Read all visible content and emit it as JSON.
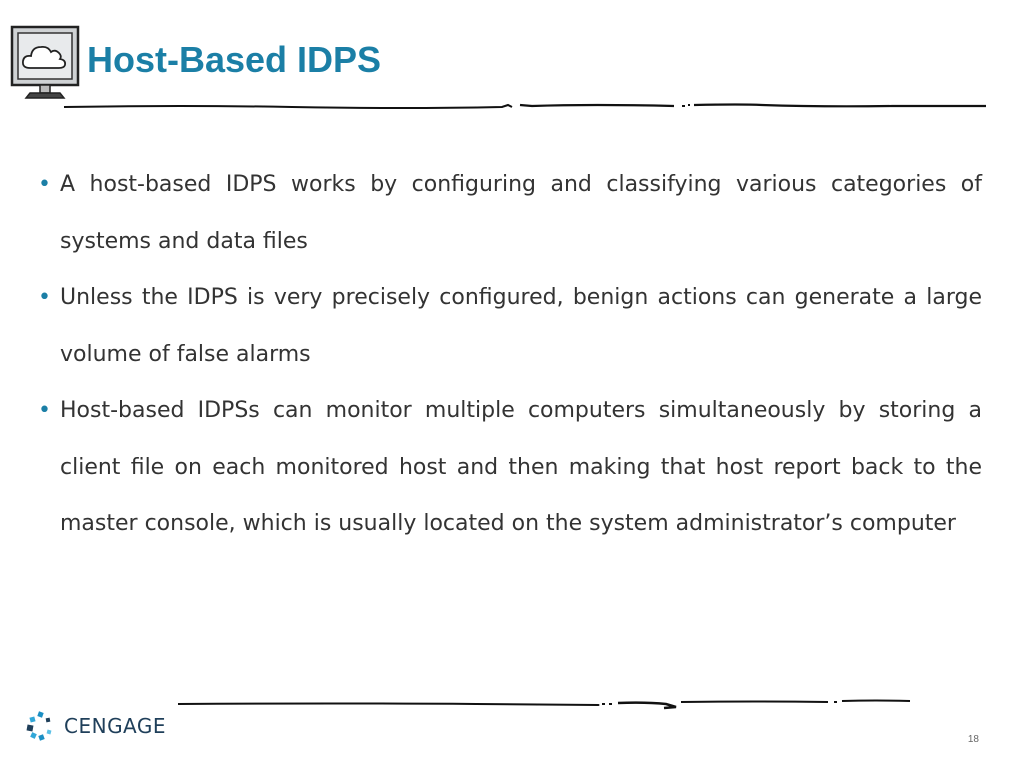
{
  "slide": {
    "title": "Host-Based IDPS",
    "bullets": [
      "A host-based IDPS works by configuring and classifying various categories of systems and data files",
      "Unless the IDPS is very precisely configured, benign actions can generate a large volume of false alarms",
      "Host-based IDPSs can monitor multiple computers simultaneously by storing a client file on each monitored host and then making that host report back to the master console, which is usually located on the system administrator’s computer"
    ],
    "page_number": "18"
  },
  "branding": {
    "logo_text": "CENGAGE"
  },
  "colors": {
    "title": "#1b7fa6",
    "body_text": "#333333",
    "logo_text": "#1f3f5a"
  },
  "icons": {
    "header_icon": "cloud-monitor-icon",
    "logo_icon": "cengage-logo-icon"
  }
}
